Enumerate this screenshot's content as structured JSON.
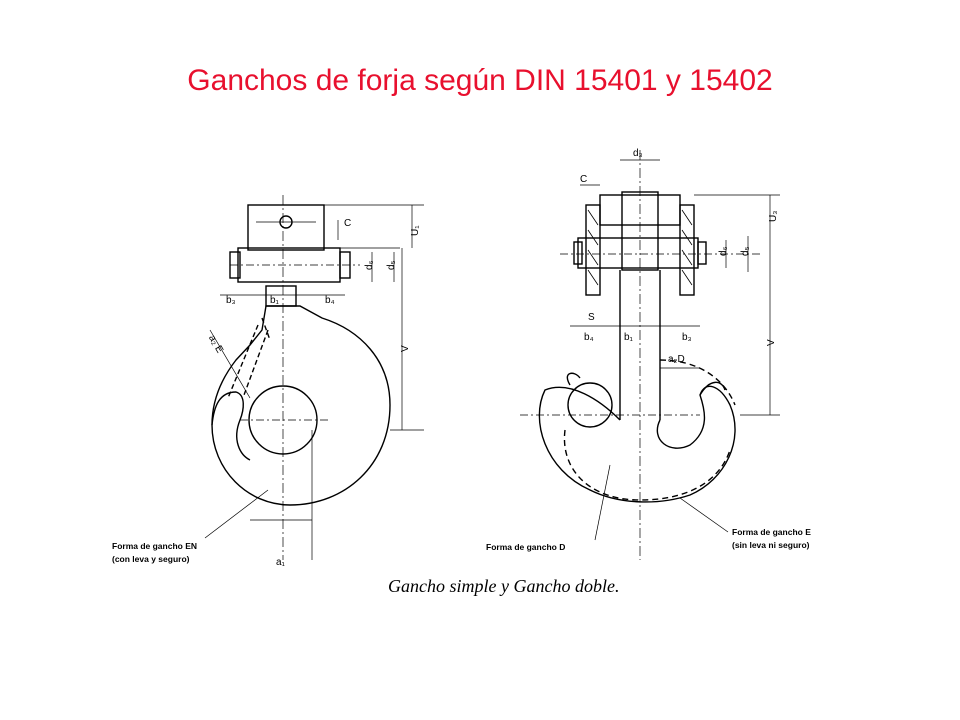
{
  "title": "Ganchos de forja según DIN 15401 y 15402",
  "caption": "Gancho simple y Gancho doble.",
  "left_hook": {
    "labels": {
      "c": "C",
      "u1": "U₁",
      "d6": "d₆",
      "d5": "d₅",
      "b3": "b₃",
      "b1": "b₁",
      "b4": "b₄",
      "a2e": "a₂ E",
      "v": "V",
      "a1": "a₁"
    },
    "note_line1": "Forma de gancho EN",
    "note_line2": "(con leva y seguro)"
  },
  "right_hook": {
    "labels": {
      "d3": "d₃",
      "c": "C",
      "u3": "U₃",
      "d6": "d₆",
      "d5": "d₅",
      "s": "S",
      "b4": "b₄",
      "b1": "b₁",
      "b3": "b₃",
      "a2d": "a₂D",
      "v": "V"
    },
    "note_d": "Forma de gancho D",
    "note_e_line1": "Forma de gancho E",
    "note_e_line2": "(sin leva ni seguro)"
  },
  "colors": {
    "title": "#e8102e",
    "ink": "#000000"
  }
}
